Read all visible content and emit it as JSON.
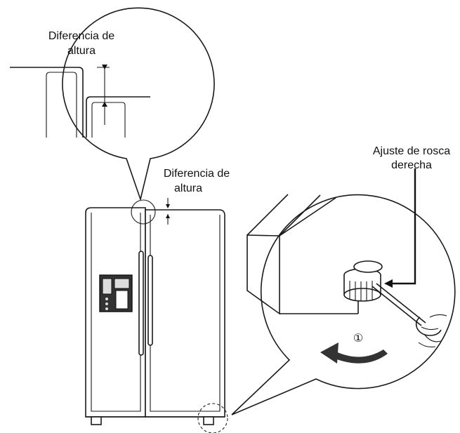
{
  "labels": {
    "zoom_height_diff_line1": "Diferencia de",
    "zoom_height_diff_line2": "altura",
    "main_height_diff_line1": "Diferencia de",
    "main_height_diff_line2": "altura",
    "screw_adjust_line1": "Ajuste de rosca",
    "screw_adjust_line2": "derecha",
    "step_number": "①"
  },
  "icons": {
    "rotation_arrow": "curved-arrow-left-icon",
    "hand": "hand-icon",
    "screwdriver": "screwdriver-icon"
  }
}
